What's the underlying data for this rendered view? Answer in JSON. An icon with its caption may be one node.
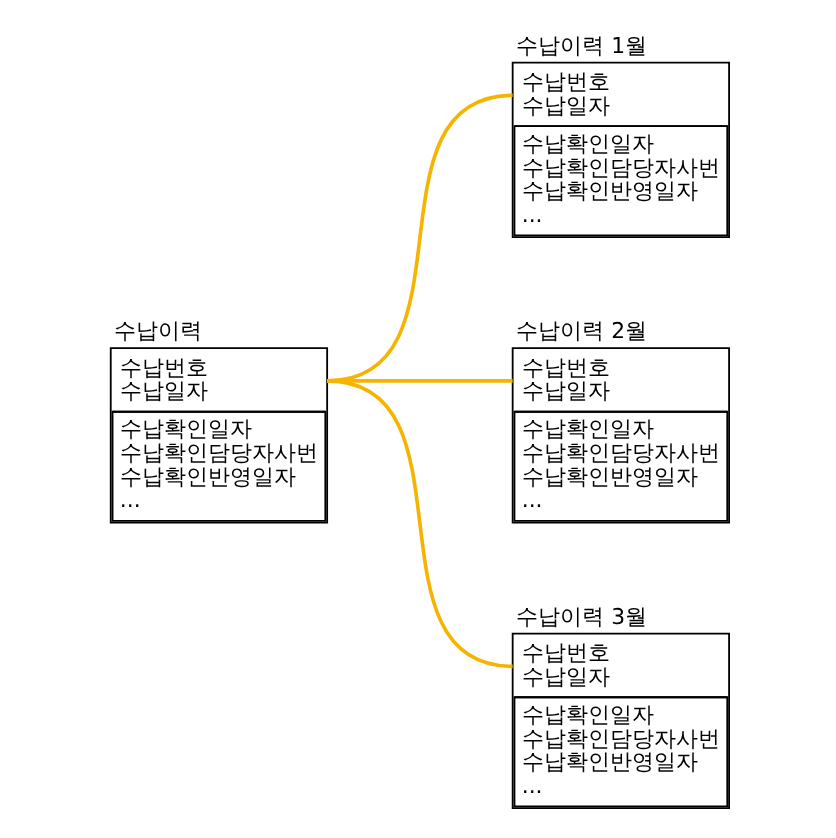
{
  "diagram": {
    "nodes": [
      {
        "text": [
          "수납이력",
          "수납번호 수납일자",
          "수납확인일자 수납확인담당자사번 수납확인반영일자 ..."
        ]
      },
      {
        "text": [
          "수납이력 1월",
          "수납번호 수납일자",
          "수납확인일자 수납확인담당자사번 수납확인반영일자 ..."
        ]
      },
      {
        "text": [
          "수납이력 2월",
          "수납번호 수납일자",
          "수납확인일자 수납확인담당자사번 수납확인반영일자 ..."
        ]
      },
      {
        "text": [
          "수납이력 3월",
          "수납번호 수납일자",
          "수납확인일자 수납확인담당자사번 수납확인반영일자 ..."
        ]
      }
    ],
    "edges": [
      {
        "from": 0,
        "to": 1,
        "arrow": "none"
      },
      {
        "from": 0,
        "to": 2,
        "arrow": "none"
      },
      {
        "from": 0,
        "to": 3,
        "arrow": "none"
      }
    ]
  }
}
